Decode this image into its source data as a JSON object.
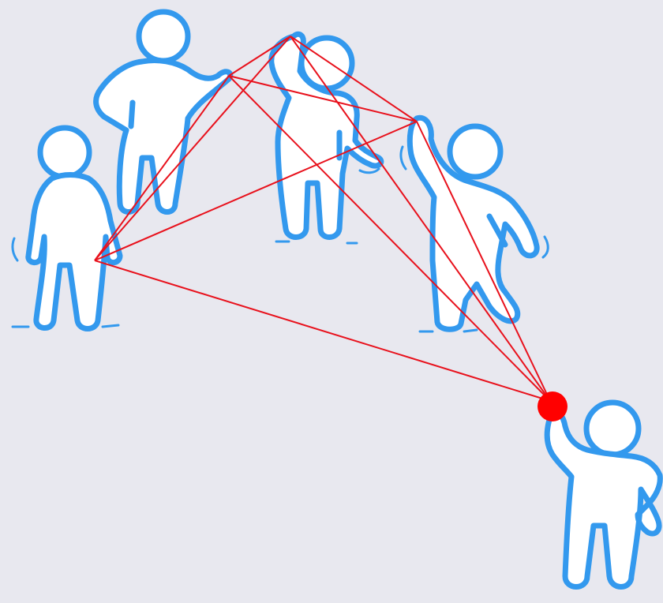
{
  "title": "",
  "colors": {
    "background": "#e8e8ef",
    "figure_outline": "#3399ee",
    "figure_fill": "#ffffff",
    "connection_line": "#e8111c",
    "ball": "#ff0000"
  },
  "figures": [
    {
      "name": "person-left",
      "pose": "standing"
    },
    {
      "name": "person-back-left",
      "pose": "hand-on-hip"
    },
    {
      "name": "person-center",
      "pose": "arm-raised"
    },
    {
      "name": "person-right",
      "pose": "walking"
    },
    {
      "name": "person-front-right",
      "pose": "holding-ball"
    }
  ],
  "network": {
    "nodes": [
      "person-left",
      "person-back-left",
      "person-center",
      "person-right",
      "ball"
    ],
    "edges": [
      [
        "person-left",
        "person-back-left"
      ],
      [
        "person-left",
        "person-center"
      ],
      [
        "person-left",
        "person-right"
      ],
      [
        "person-left",
        "ball"
      ],
      [
        "person-back-left",
        "person-center"
      ],
      [
        "person-back-left",
        "person-right"
      ],
      [
        "person-back-left",
        "ball"
      ],
      [
        "person-center",
        "person-right"
      ],
      [
        "person-center",
        "ball"
      ],
      [
        "person-right",
        "ball"
      ]
    ]
  },
  "icons": [
    "ball-icon"
  ]
}
